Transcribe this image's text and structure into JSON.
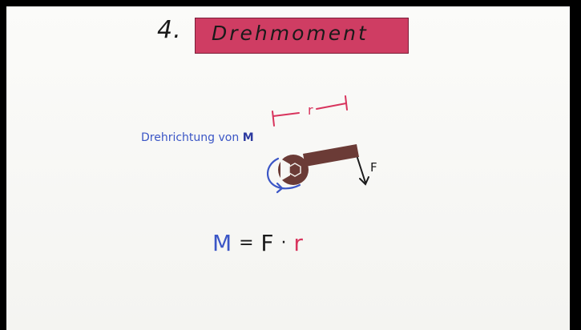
{
  "heading": {
    "number": "4.",
    "title": "Drehmoment"
  },
  "diagram": {
    "direction_label": "Drehrichtung von",
    "direction_symbol": "M",
    "force_label": "F",
    "lever_label": "r"
  },
  "formula": {
    "moment": "M",
    "equals": "=",
    "force": "F",
    "dot": "·",
    "radius": "r"
  },
  "colors": {
    "title_box": "#cf3d63",
    "blue_ink": "#3b56c6",
    "red_ink": "#d8345d",
    "wrench": "#6b3b36"
  }
}
